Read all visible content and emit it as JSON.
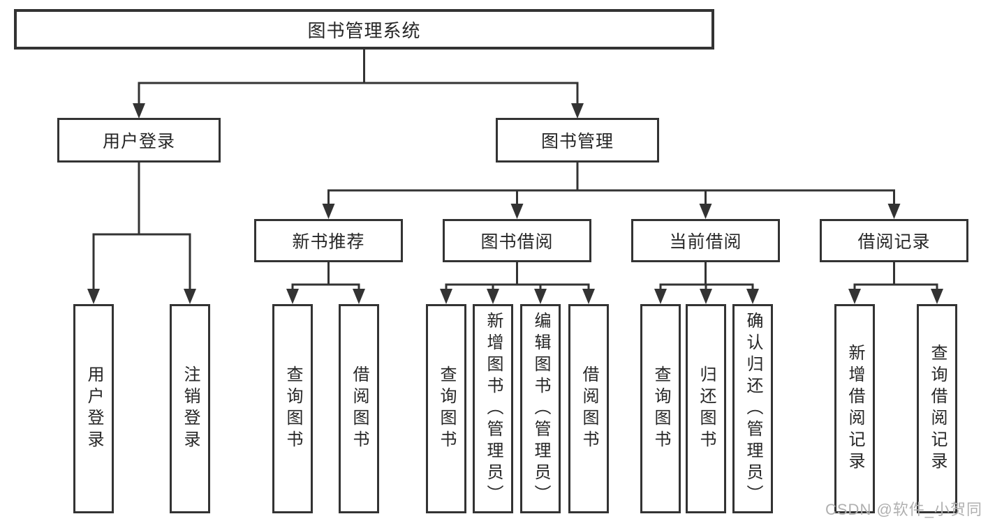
{
  "diagram": {
    "root": "图书管理系统",
    "level2": [
      "用户登录",
      "图书管理"
    ],
    "level3": [
      "新书推荐",
      "图书借阅",
      "当前借阅",
      "借阅记录"
    ],
    "leaves": {
      "user_login": [
        "用户登录",
        "注销登录"
      ],
      "new_book": [
        "查询图书",
        "借阅图书"
      ],
      "book_borrow": [
        "查询图书",
        "新增图书（管理员）",
        "编辑图书（管理员）",
        "借阅图书"
      ],
      "current_borrow": [
        "查询图书",
        "归还图书",
        "确认归还（管理员）"
      ],
      "borrow_record": [
        "新增借阅记录",
        "查询借阅记录"
      ]
    },
    "watermark": "CSDN @软件_小贺同学"
  },
  "colors": {
    "line": "#333333",
    "box_background": "#ffffff",
    "text": "#262626",
    "watermark": "#b0b0b0"
  }
}
